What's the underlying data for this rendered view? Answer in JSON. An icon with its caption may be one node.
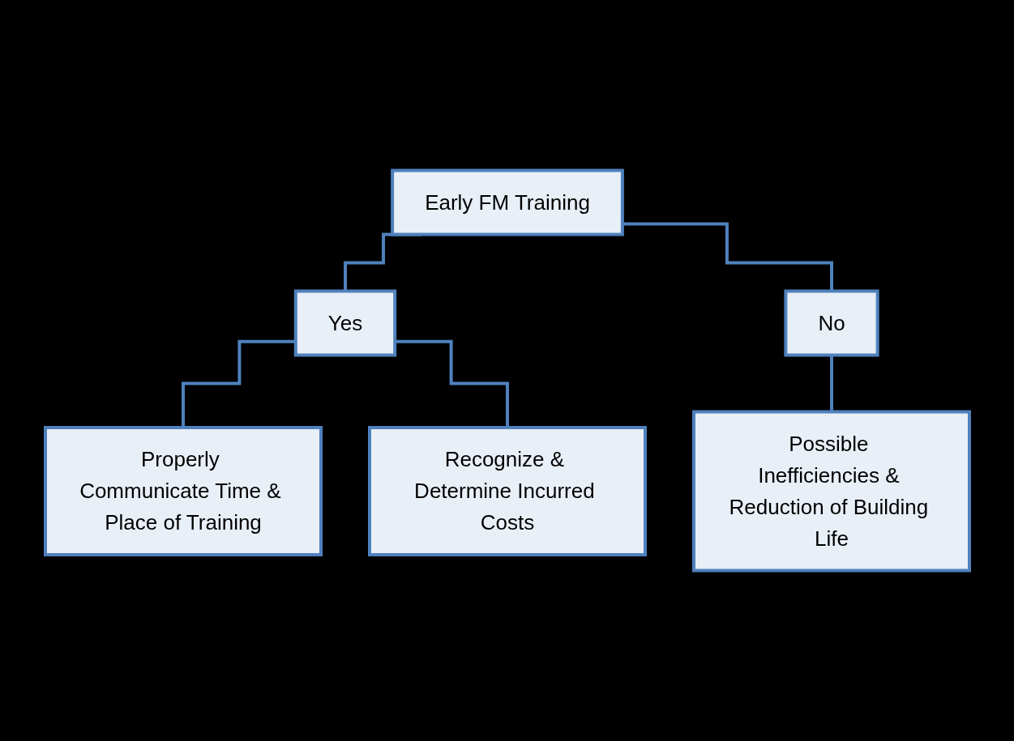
{
  "diagram": {
    "nodes": [
      {
        "text": [
          "Early FM Training"
        ]
      },
      {
        "text": [
          "Yes"
        ]
      },
      {
        "text": [
          "No"
        ]
      },
      {
        "text": [
          "Properly Communicate Time & Place of Training"
        ]
      },
      {
        "text": [
          "Recognize & Determine Incurred Costs"
        ]
      },
      {
        "text": [
          "Possible Inefficiencies & Reduction of Building Life"
        ]
      }
    ],
    "edges": [
      {
        "from": 0,
        "to": 1,
        "arrow": "none"
      },
      {
        "from": 0,
        "to": 2,
        "arrow": "none"
      },
      {
        "from": 1,
        "to": 3,
        "arrow": "none"
      },
      {
        "from": 1,
        "to": 4,
        "arrow": "none"
      },
      {
        "from": 2,
        "to": 5,
        "arrow": "none"
      }
    ]
  }
}
